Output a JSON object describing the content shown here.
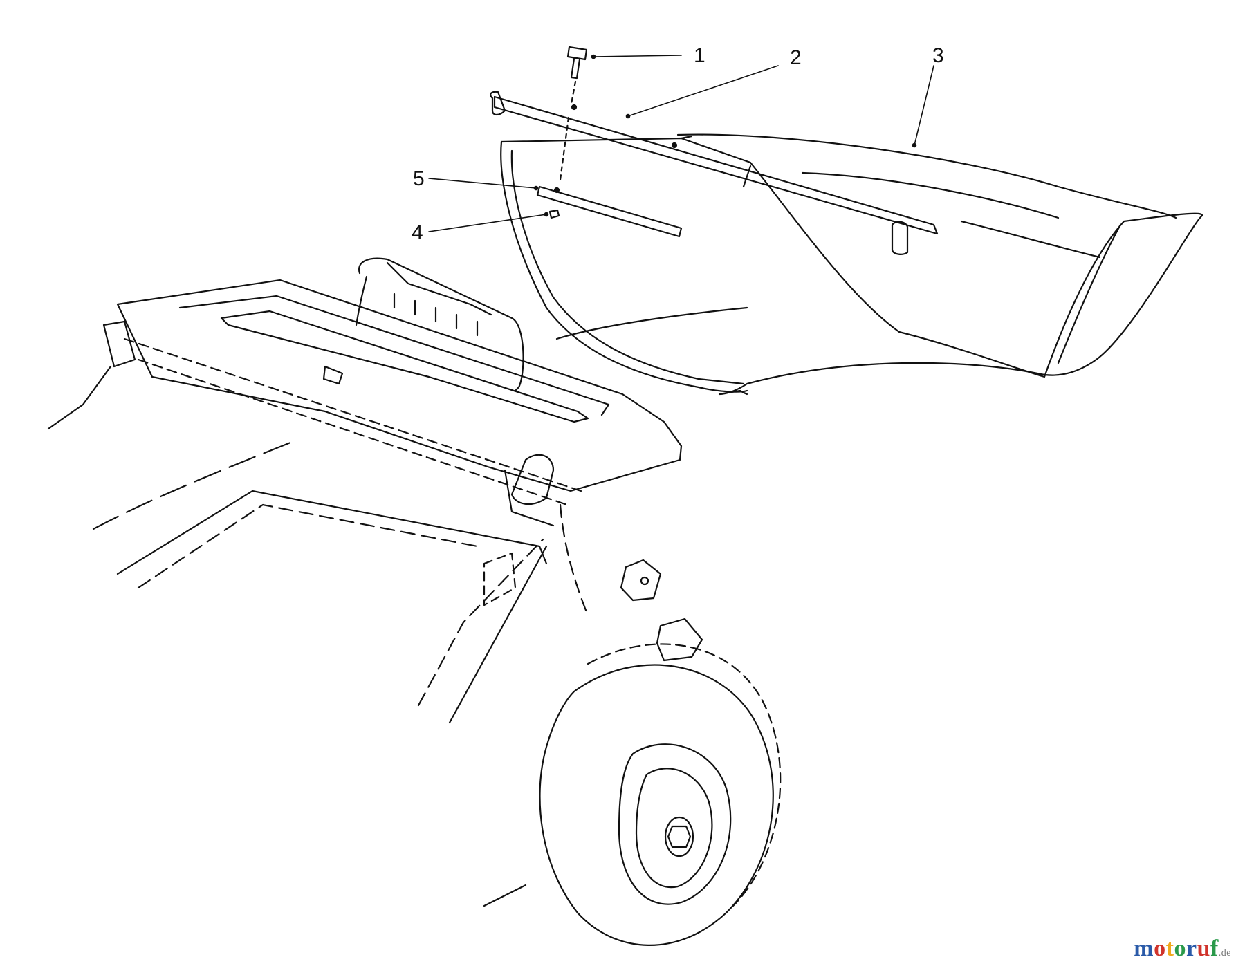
{
  "callouts": {
    "c1": "1",
    "c2": "2",
    "c3": "3",
    "c4": "4",
    "c5": "5"
  },
  "watermark": {
    "letters": [
      "m",
      "o",
      "t",
      "o",
      "r",
      "u",
      "f"
    ],
    "letter_colors": [
      "#2a5aa8",
      "#d0342c",
      "#f0a81c",
      "#2a9a4a",
      "#2a5aa8",
      "#d0342c",
      "#2a9a4a"
    ],
    "tld": ".de"
  },
  "colors": {
    "line": "#111111",
    "background": "#ffffff"
  }
}
